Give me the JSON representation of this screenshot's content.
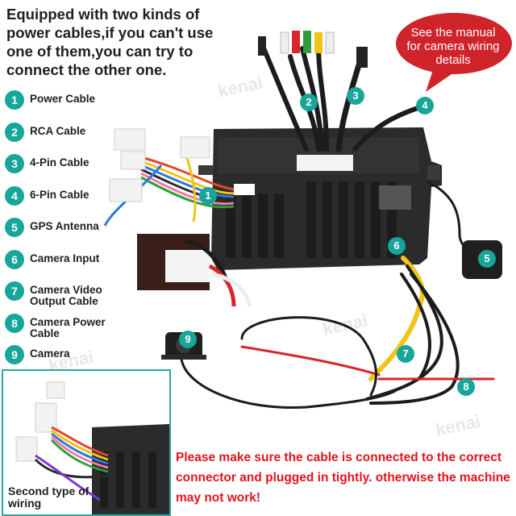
{
  "heading": "Equipped with two kinds of power cables,if you can't use one of them,you can try to connect the other one.",
  "bubble": "See the manual for camera wiring details",
  "legend": [
    {
      "num": "1",
      "label": "Power Cable"
    },
    {
      "num": "2",
      "label": "RCA Cable"
    },
    {
      "num": "3",
      "label": "4-Pin Cable"
    },
    {
      "num": "4",
      "label": "6-Pin Cable"
    },
    {
      "num": "5",
      "label": "GPS Antenna"
    },
    {
      "num": "6",
      "label": "Camera Input"
    },
    {
      "num": "7",
      "label": "Camera Video Output Cable"
    },
    {
      "num": "8",
      "label": "Camera Power Cable"
    },
    {
      "num": "9",
      "label": "Camera"
    }
  ],
  "inset_caption": "Second type of wiring",
  "warning": "Please make sure the cable is connected to the correct connector and plugged in tightly. otherwise the machine may not  work!",
  "watermark": "kenai",
  "colors": {
    "teal": "#18a59a",
    "red": "#d0242b",
    "warning": "#e1141c"
  }
}
